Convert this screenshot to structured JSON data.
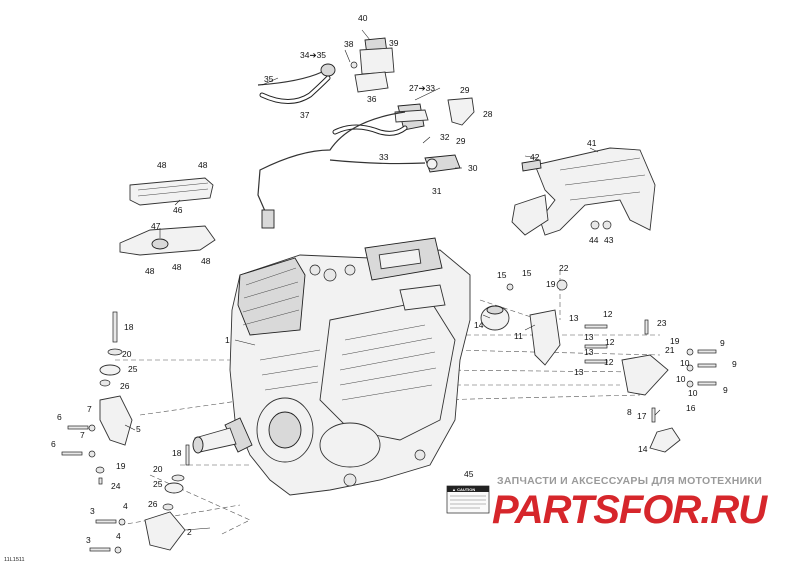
{
  "diagram": {
    "reference_code": "11L1511",
    "callouts": [
      {
        "id": "c40",
        "text": "40"
      },
      {
        "id": "c38",
        "text": "38"
      },
      {
        "id": "c39",
        "text": "39"
      },
      {
        "id": "c34",
        "text": "34➔35"
      },
      {
        "id": "c35",
        "text": "35"
      },
      {
        "id": "c36",
        "text": "36"
      },
      {
        "id": "c27",
        "text": "27➔33"
      },
      {
        "id": "c29a",
        "text": "29"
      },
      {
        "id": "c28",
        "text": "28"
      },
      {
        "id": "c29b",
        "text": "29"
      },
      {
        "id": "c37",
        "text": "37"
      },
      {
        "id": "c32",
        "text": "32"
      },
      {
        "id": "c33",
        "text": "33"
      },
      {
        "id": "c30",
        "text": "30"
      },
      {
        "id": "c31",
        "text": "31"
      },
      {
        "id": "c48a",
        "text": "48"
      },
      {
        "id": "c48b",
        "text": "48"
      },
      {
        "id": "c46",
        "text": "46"
      },
      {
        "id": "c47",
        "text": "47"
      },
      {
        "id": "c48c",
        "text": "48"
      },
      {
        "id": "c48d",
        "text": "48"
      },
      {
        "id": "c48e",
        "text": "48"
      },
      {
        "id": "c41",
        "text": "41"
      },
      {
        "id": "c42",
        "text": "42"
      },
      {
        "id": "c44",
        "text": "44"
      },
      {
        "id": "c43",
        "text": "43"
      },
      {
        "id": "c15a",
        "text": "15"
      },
      {
        "id": "c15b",
        "text": "15"
      },
      {
        "id": "c22",
        "text": "22"
      },
      {
        "id": "c19a",
        "text": "19"
      },
      {
        "id": "c14a",
        "text": "14"
      },
      {
        "id": "c11",
        "text": "11"
      },
      {
        "id": "c13a",
        "text": "13"
      },
      {
        "id": "c12a",
        "text": "12"
      },
      {
        "id": "c13b",
        "text": "13"
      },
      {
        "id": "c12b",
        "text": "12"
      },
      {
        "id": "c13c",
        "text": "13"
      },
      {
        "id": "c12c",
        "text": "12"
      },
      {
        "id": "c13d",
        "text": "13"
      },
      {
        "id": "c23",
        "text": "23"
      },
      {
        "id": "c19b",
        "text": "19"
      },
      {
        "id": "c21",
        "text": "21"
      },
      {
        "id": "c9a",
        "text": "9"
      },
      {
        "id": "c10a",
        "text": "10"
      },
      {
        "id": "c9b",
        "text": "9"
      },
      {
        "id": "c10b",
        "text": "10"
      },
      {
        "id": "c9c",
        "text": "9"
      },
      {
        "id": "c10c",
        "text": "10"
      },
      {
        "id": "c16",
        "text": "16"
      },
      {
        "id": "c8",
        "text": "8"
      },
      {
        "id": "c17",
        "text": "17"
      },
      {
        "id": "c14b",
        "text": "14"
      },
      {
        "id": "c1",
        "text": "1"
      },
      {
        "id": "c18a",
        "text": "18"
      },
      {
        "id": "c20a",
        "text": "20"
      },
      {
        "id": "c25a",
        "text": "25"
      },
      {
        "id": "c26a",
        "text": "26"
      },
      {
        "id": "c7a",
        "text": "7"
      },
      {
        "id": "c6a",
        "text": "6"
      },
      {
        "id": "c5",
        "text": "5"
      },
      {
        "id": "c7b",
        "text": "7"
      },
      {
        "id": "c6b",
        "text": "6"
      },
      {
        "id": "c19c",
        "text": "19"
      },
      {
        "id": "c24",
        "text": "24"
      },
      {
        "id": "c18b",
        "text": "18"
      },
      {
        "id": "c20b",
        "text": "20"
      },
      {
        "id": "c25b",
        "text": "25"
      },
      {
        "id": "c26b",
        "text": "26"
      },
      {
        "id": "c3a",
        "text": "3"
      },
      {
        "id": "c4a",
        "text": "4"
      },
      {
        "id": "c2",
        "text": "2"
      },
      {
        "id": "c3b",
        "text": "3"
      },
      {
        "id": "c4b",
        "text": "4"
      },
      {
        "id": "c45",
        "text": "45"
      }
    ]
  },
  "warning_label": {
    "title": "▲ CAUTION"
  },
  "watermark": {
    "tagline": "ЗАПЧАСТИ И АКСЕССУАРЫ ДЛЯ МОТОТЕХНИКИ",
    "brand": "PARTSFOR.RU",
    "brand_color": "#d6262b"
  }
}
